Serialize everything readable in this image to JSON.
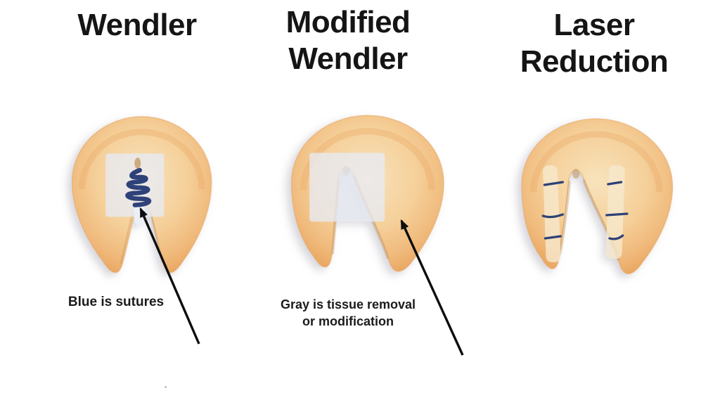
{
  "figure": {
    "background": "#ffffff",
    "panels": [
      {
        "id": "wendler",
        "title_lines": [
          "Wendler",
          ""
        ],
        "cookie_graphic": "fortune-cookie-top-view",
        "features": [
          "gray-tissue-overlay",
          "blue-suture-squiggle",
          "narrow-closed-notch"
        ]
      },
      {
        "id": "modified-wendler",
        "title_lines": [
          "Modified",
          "Wendler"
        ],
        "cookie_graphic": "fortune-cookie-top-view",
        "features": [
          "gray-tissue-overlay",
          "open-v-notch"
        ]
      },
      {
        "id": "laser-reduction",
        "title_lines": [
          "Laser",
          "Reduction"
        ],
        "cookie_graphic": "fortune-cookie-top-view",
        "features": [
          "two-cream-strips",
          "navy-dash-marks"
        ],
        "laser_marks": {
          "left_strip_dashes": 3,
          "right_strip_dashes": 3
        }
      }
    ],
    "annotations": [
      {
        "lines": [
          "Blue is sutures",
          ""
        ],
        "points_to": "suture-squiggle"
      },
      {
        "lines": [
          "Gray is tissue removal",
          "or modification"
        ],
        "points_to": "tissue-overlay"
      }
    ],
    "colors": {
      "suture_blue": "#2e4178",
      "overlay_gray": "#e8ebf4",
      "strip_cream": "#f6e8cd",
      "notch_highlight": "#eef2fa",
      "cookie_light": "#f8e3bc",
      "cookie_mid": "#f5d09a",
      "cookie_deep": "#f0ba7c",
      "cookie_edge": "#e9a55f",
      "fold_shadow": "#c4955c",
      "arrow": "#0d0d0d",
      "title_text": "#151515",
      "label_text": "#1b1b1b"
    }
  }
}
